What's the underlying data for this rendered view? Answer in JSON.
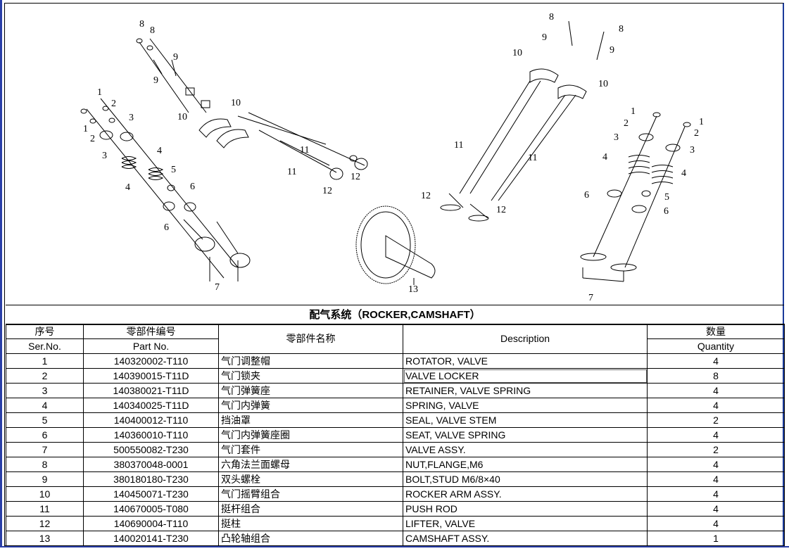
{
  "diagram": {
    "callouts": [
      "1",
      "2",
      "3",
      "4",
      "5",
      "6",
      "7",
      "8",
      "9",
      "10",
      "11",
      "12",
      "13"
    ]
  },
  "section_title": "配气系统（ROCKER,CAMSHAFT）",
  "headers": {
    "ser_cn": "序号",
    "ser_en": "Ser.No.",
    "part_cn": "零部件编号",
    "part_en": "Part No.",
    "name_cn": "零部件名称",
    "desc": "Description",
    "qty_cn": "数量",
    "qty_en": "Quantity"
  },
  "rows": [
    {
      "ser": "1",
      "part": "140320002-T110",
      "name": "气门调整帽",
      "desc": "ROTATOR, VALVE",
      "qty": "4"
    },
    {
      "ser": "2",
      "part": "140390015-T11D",
      "name": "气门锁夹",
      "desc": "VALVE LOCKER",
      "qty": "8"
    },
    {
      "ser": "3",
      "part": "140380021-T11D",
      "name": "气门弹簧座",
      "desc": "RETAINER, VALVE SPRING",
      "qty": "4"
    },
    {
      "ser": "4",
      "part": "140340025-T11D",
      "name": "气门内弹簧",
      "desc": "SPRING, VALVE",
      "qty": "4"
    },
    {
      "ser": "5",
      "part": "140400012-T110",
      "name": "挡油罩",
      "desc": "SEAL, VALVE STEM",
      "qty": "2"
    },
    {
      "ser": "6",
      "part": "140360010-T110",
      "name": "气门内弹簧座圈",
      "desc": "SEAT, VALVE SPRING",
      "qty": "4"
    },
    {
      "ser": "7",
      "part": "500550082-T230",
      "name": "气门套件",
      "desc": "VALVE ASSY.",
      "qty": "2"
    },
    {
      "ser": "8",
      "part": "380370048-0001",
      "name": "六角法兰面螺母",
      "desc": "NUT,FLANGE,M6",
      "qty": "4"
    },
    {
      "ser": "9",
      "part": "380180180-T230",
      "name": "双头螺栓",
      "desc": "BOLT,STUD  M6/8×40",
      "qty": "4"
    },
    {
      "ser": "10",
      "part": "140450071-T230",
      "name": "气门摇臂组合",
      "desc": "ROCKER ARM ASSY.",
      "qty": "4"
    },
    {
      "ser": "11",
      "part": "140670005-T080",
      "name": "挺杆组合",
      "desc": "PUSH ROD",
      "qty": "4"
    },
    {
      "ser": "12",
      "part": "140690004-T110",
      "name": "挺柱",
      "desc": "LIFTER, VALVE",
      "qty": "4"
    },
    {
      "ser": "13",
      "part": "140020141-T230",
      "name": "凸轮轴组合",
      "desc": "CAMSHAFT ASSY.",
      "qty": "1"
    }
  ]
}
